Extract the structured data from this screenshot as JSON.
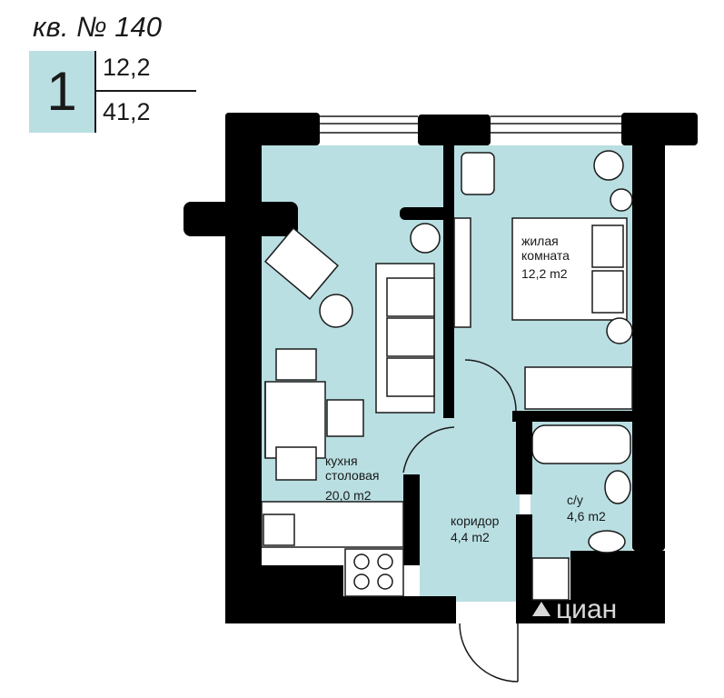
{
  "apartment": {
    "title": "кв. № 140",
    "rooms_count": "1",
    "living_area": "12,2",
    "total_area": "41,2"
  },
  "rooms": {
    "bedroom": {
      "name_line1": "жилая",
      "name_line2": "комната",
      "area": "12,2 m2"
    },
    "kitchen": {
      "name_line1": "кухня",
      "name_line2": "столовая",
      "area": "20,0 m2"
    },
    "corridor": {
      "name_line1": "коридор",
      "area": "4,4 m2"
    },
    "bathroom": {
      "name_line1": "с/у",
      "area": "4,6 m2"
    }
  },
  "watermark": {
    "text": "циан"
  },
  "colors": {
    "floor": "#b9dfe2",
    "wall": "#000000",
    "furniture_fill": "#ffffff",
    "line": "#1a1a1a"
  }
}
